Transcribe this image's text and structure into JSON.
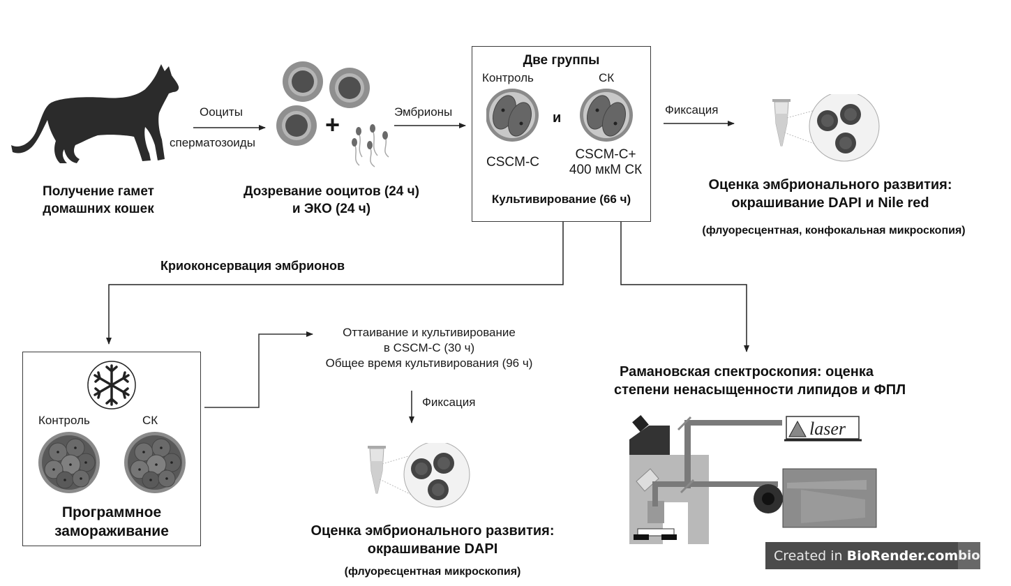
{
  "step1": {
    "title_line1": "Получение гамет",
    "title_line2": "домашних кошек",
    "arrow_label_top": "Ооциты",
    "arrow_label_bottom": "сперматозоиды"
  },
  "step2": {
    "title_line1": "Дозревание ооцитов (24 ч)",
    "title_line2": "и ЭКО (24 ч)",
    "plus": "+",
    "arrow_label": "Эмбрионы"
  },
  "culture_box": {
    "heading": "Две группы",
    "group_left_label": "Контроль",
    "group_right_label": "СК",
    "conjunction": "и",
    "medium_left": "CSCM-C",
    "medium_right_line1": "CSCM-C+",
    "medium_right_line2": "400 мкМ СК",
    "footer": "Культивирование (66 ч)"
  },
  "fixation_top": {
    "arrow_label": "Фиксация",
    "title_line1": "Оценка эмбрионального развития:",
    "title_line2": "окрашивание DAPI и Nile red",
    "subtitle": "(флуоресцентная, конфокальная микроскопия)"
  },
  "cryo": {
    "branch_label": "Криоконсервация эмбрионов"
  },
  "freeze_box": {
    "icon": "snowflake-icon",
    "group_left_label": "Контроль",
    "group_right_label": "СК",
    "title_line1": "Программное",
    "title_line2": "замораживание"
  },
  "thaw": {
    "line1": "Оттаивание и культивирование",
    "line2": "в CSCM-C (30 ч)",
    "line3": "Общее время культивирования (96 ч)",
    "arrow_label": "Фиксация",
    "title_line1": "Оценка эмбрионального развития:",
    "title_line2": "окрашивание DAPI",
    "subtitle": "(флуоресцентная микроскопия)"
  },
  "raman": {
    "title_line1": "Рамановская спектроскопия: оценка",
    "title_line2": "степени ненасыщенности липидов и ФПЛ",
    "laser_label": "laser"
  },
  "badge": {
    "prefix": "Created in ",
    "brand": "BioRender.com",
    "logo": "bio"
  },
  "colors": {
    "line": "#2a2a2a",
    "cat": "#2b2b2b",
    "cell_dark": "#555555",
    "cell_mid": "#777777",
    "zona": "#9a9a9a",
    "badge_bg": "#4b4b4b",
    "badge_logo_bg": "#686868"
  }
}
